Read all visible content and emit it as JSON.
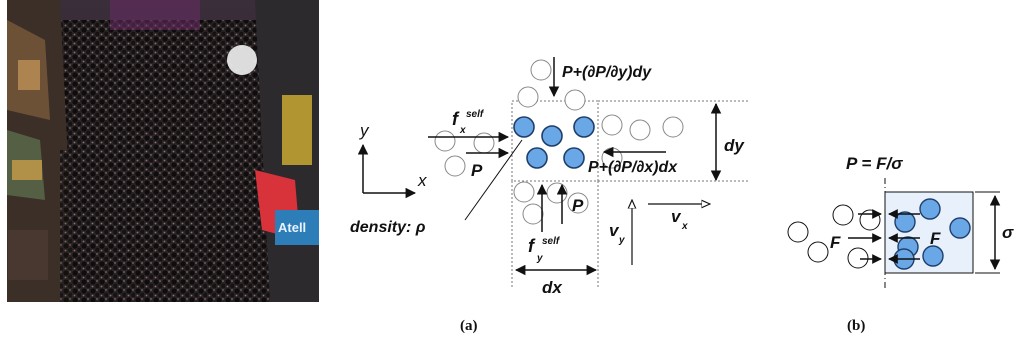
{
  "panel_a": {
    "caption": "(a)",
    "top_pressure": "P+(∂P/∂y)dy",
    "right_pressure": "P+(∂P/∂x)dx",
    "left_pressure": "P",
    "bottom_pressure": "P",
    "self_force_x": "f",
    "self_force_x_sub": "x",
    "self_force_x_sup": "self",
    "self_force_y": "f",
    "self_force_y_sub": "y",
    "self_force_y_sup": "self",
    "dy_label": "dy",
    "dx_label": "dx",
    "density_label": "density: ρ",
    "axis_x": "x",
    "axis_y": "y",
    "velocity_y": "v",
    "velocity_y_sub": "y",
    "velocity_x": "v",
    "velocity_x_sub": "x"
  },
  "panel_b": {
    "caption": "(b)",
    "equation": "P = F/σ",
    "force_left": "F",
    "force_right": "F",
    "sigma_label": "σ"
  },
  "colors": {
    "particle_fill": "#6aa7e6",
    "particle_stroke": "#1f3f6b",
    "box_fill": "#e8f1fb",
    "ghost_stroke": "#888888"
  }
}
